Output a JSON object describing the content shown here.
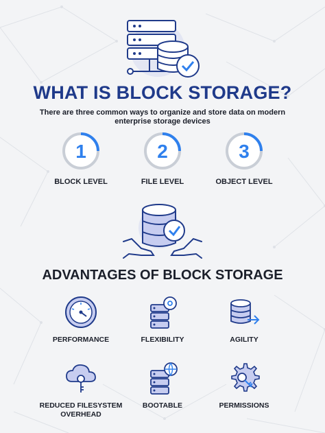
{
  "header": {
    "title": "WHAT IS BLOCK STORAGE?",
    "subtitle": "There are three common ways to organize and store data on modern enterprise storage devices"
  },
  "levels": [
    {
      "number": "1",
      "label": "BLOCK LEVEL"
    },
    {
      "number": "2",
      "label": "FILE LEVEL"
    },
    {
      "number": "3",
      "label": "OBJECT LEVEL"
    }
  ],
  "advantages": {
    "title": "ADVANTAGES OF BLOCK STORAGE",
    "items": [
      {
        "label": "PERFORMANCE",
        "icon": "speedometer-icon"
      },
      {
        "label": "FLEXIBILITY",
        "icon": "server-gear-icon"
      },
      {
        "label": "AGILITY",
        "icon": "database-arrow-icon"
      },
      {
        "label": "REDUCED FILESYSTEM OVERHEAD",
        "icon": "cloud-key-icon"
      },
      {
        "label": "BOOTABLE",
        "icon": "server-globe-icon"
      },
      {
        "label": "PERMISSIONS",
        "icon": "gear-key-icon"
      }
    ]
  },
  "colors": {
    "primary": "#1f3a8a",
    "accent": "#2f80ed",
    "circle_track": "#c9ced6",
    "icon_fill": "#c7cdf0",
    "text": "#1b1f2a"
  }
}
